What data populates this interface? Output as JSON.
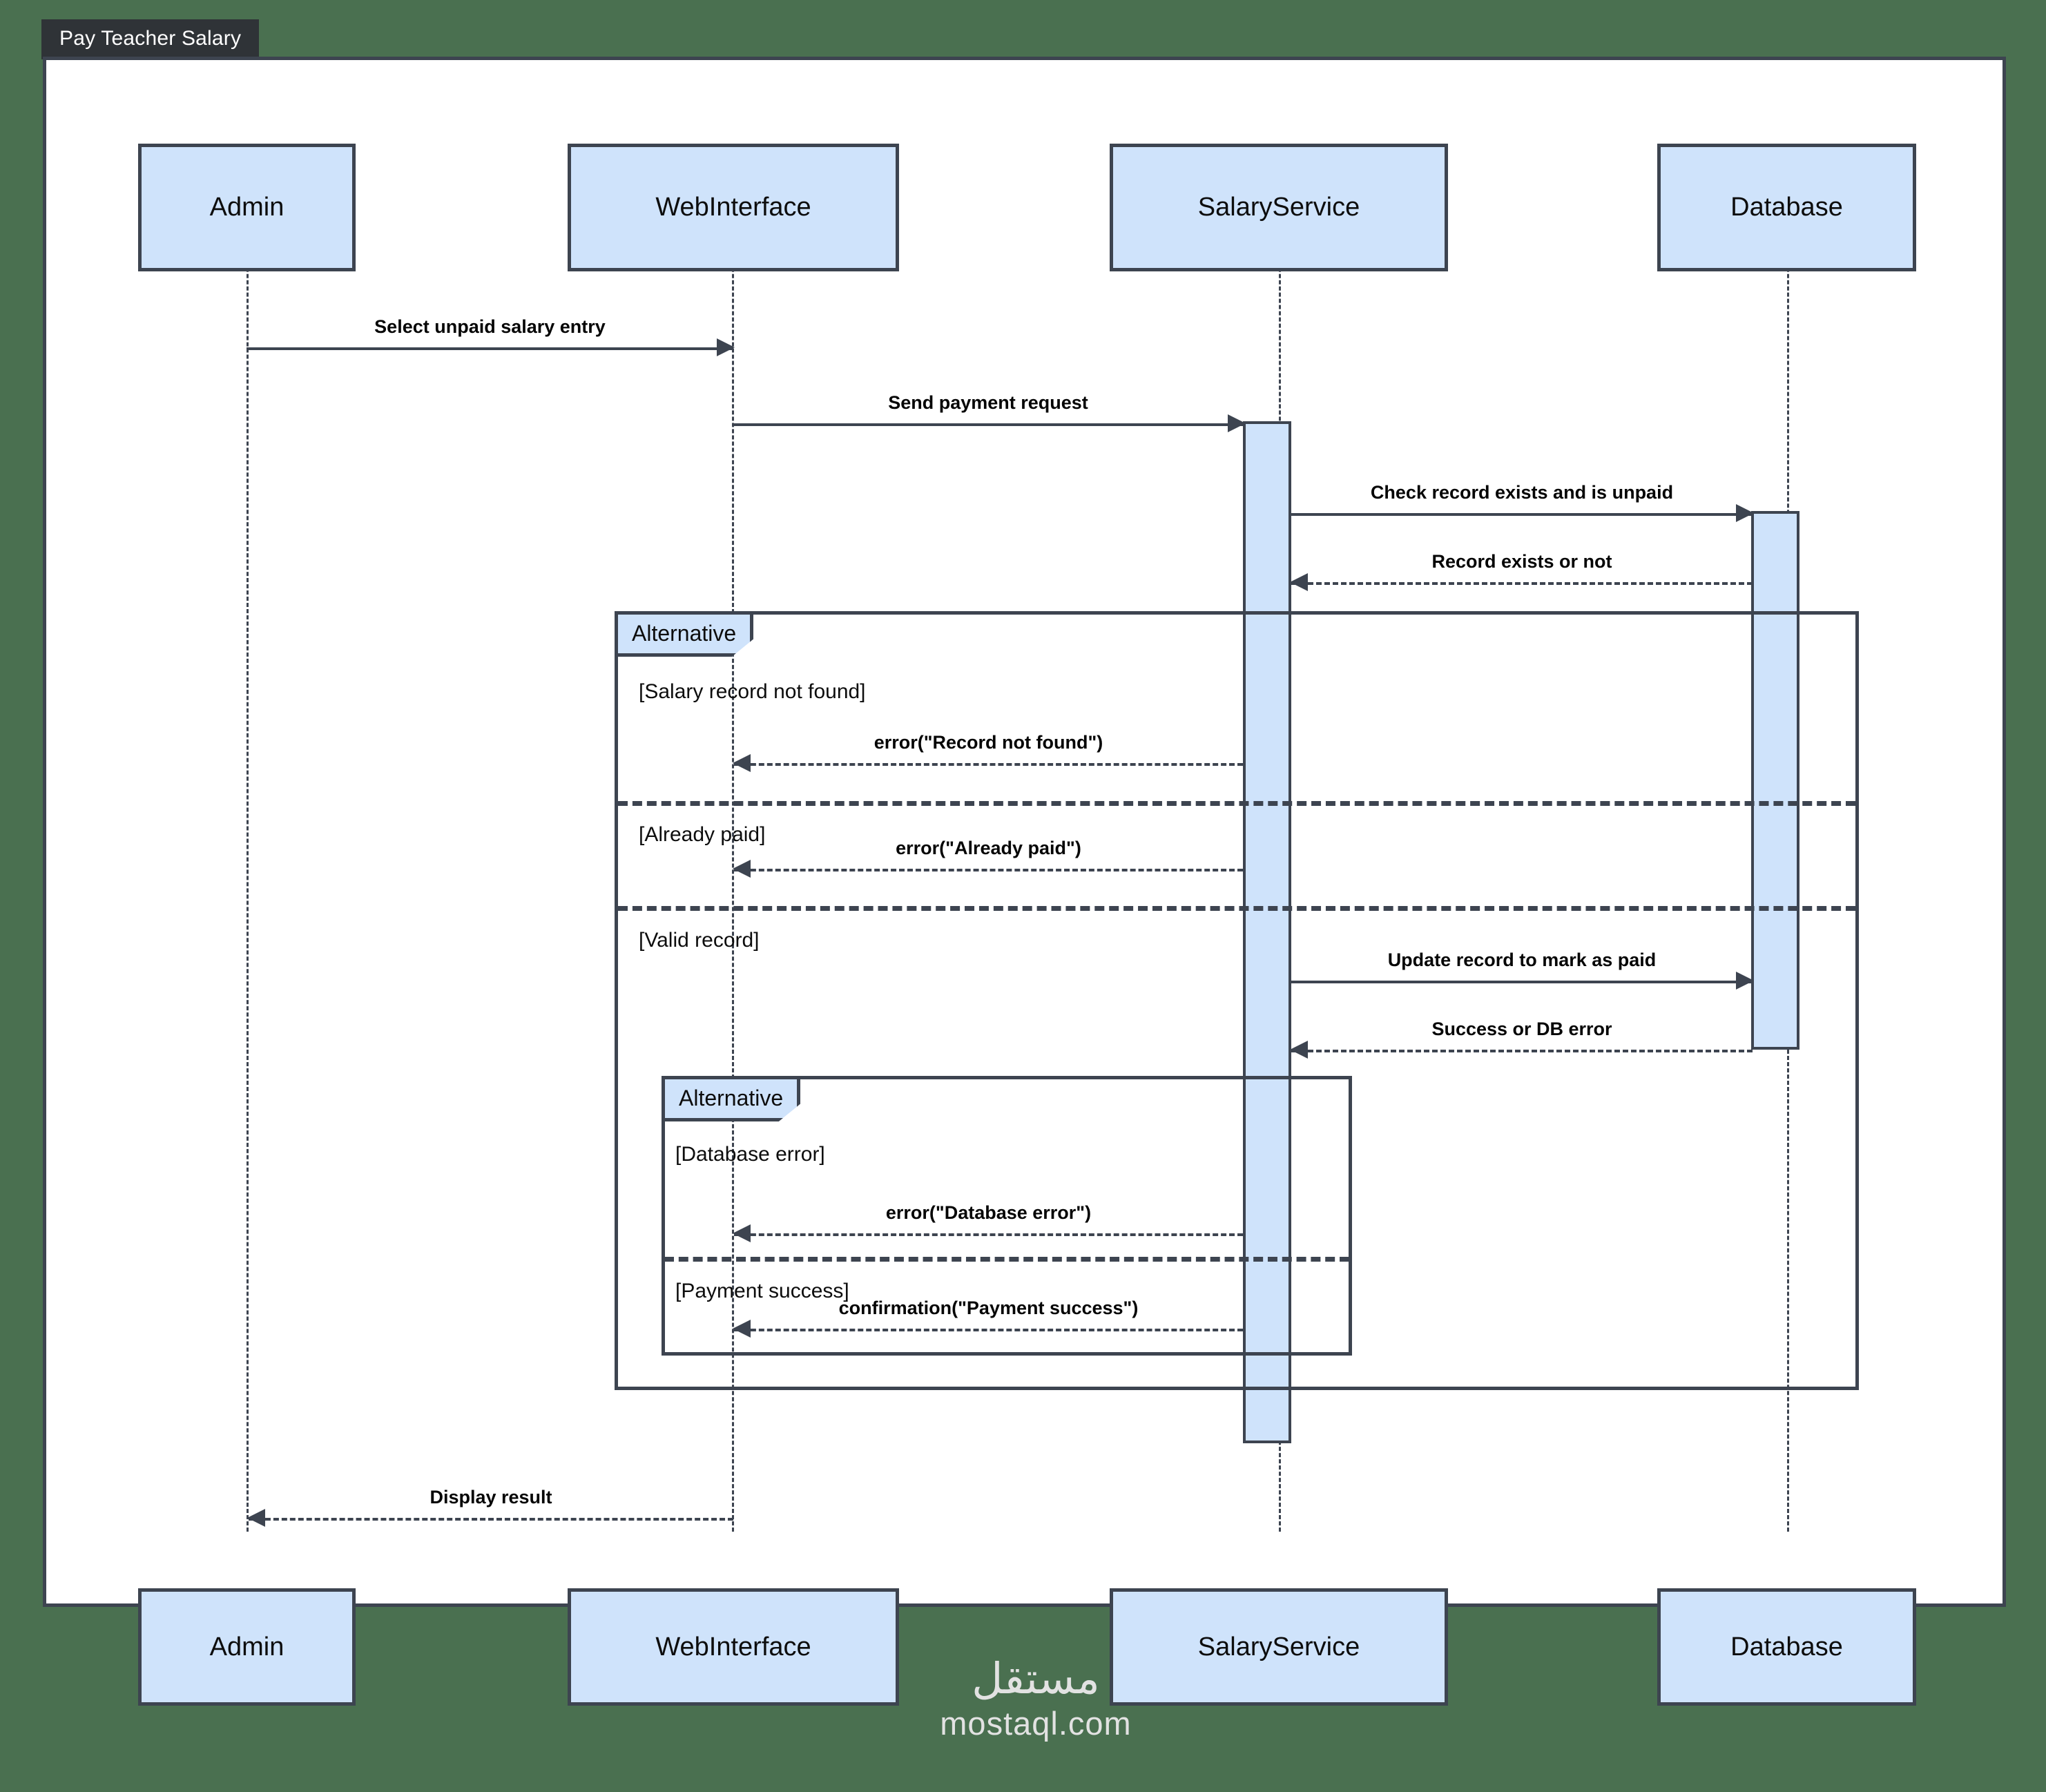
{
  "title": "Pay Teacher Salary",
  "diagram_type": "uml-sequence-diagram",
  "colors": {
    "page_background": "#4a7050",
    "title_badge_background": "#2f3337",
    "title_badge_text": "#ffffff",
    "panel_background": "#ffffff",
    "stroke": "#3d4450",
    "participant_fill": "#cfe3fb",
    "activation_fill": "#cfe3fb",
    "fragment_tab_fill": "#cfe3fb",
    "text": "#0d0d0d",
    "watermark": "#e2e2e2"
  },
  "participants": [
    {
      "id": "admin",
      "label": "Admin"
    },
    {
      "id": "webinterface",
      "label": "WebInterface"
    },
    {
      "id": "salaryservice",
      "label": "SalaryService"
    },
    {
      "id": "database",
      "label": "Database"
    }
  ],
  "messages": [
    {
      "id": "m1",
      "label": "Select unpaid salary entry",
      "from": "admin",
      "to": "webinterface",
      "style": "solid",
      "direction": "right"
    },
    {
      "id": "m2",
      "label": "Send payment request",
      "from": "webinterface",
      "to": "salaryservice",
      "style": "solid",
      "direction": "right"
    },
    {
      "id": "m3",
      "label": "Check record exists and is unpaid",
      "from": "salaryservice",
      "to": "database",
      "style": "solid",
      "direction": "right"
    },
    {
      "id": "m4",
      "label": "Record exists or not",
      "from": "database",
      "to": "salaryservice",
      "style": "dashed",
      "direction": "left"
    },
    {
      "id": "m5",
      "label": "error(\"Record not found\")",
      "from": "salaryservice",
      "to": "webinterface",
      "style": "dashed",
      "direction": "left"
    },
    {
      "id": "m6",
      "label": "error(\"Already paid\")",
      "from": "salaryservice",
      "to": "webinterface",
      "style": "dashed",
      "direction": "left"
    },
    {
      "id": "m7",
      "label": "Update record to mark as paid",
      "from": "salaryservice",
      "to": "database",
      "style": "solid",
      "direction": "right"
    },
    {
      "id": "m8",
      "label": "Success or DB error",
      "from": "database",
      "to": "salaryservice",
      "style": "dashed",
      "direction": "left"
    },
    {
      "id": "m9",
      "label": "error(\"Database error\")",
      "from": "salaryservice",
      "to": "webinterface",
      "style": "dashed",
      "direction": "left"
    },
    {
      "id": "m10",
      "label": "confirmation(\"Payment success\")",
      "from": "salaryservice",
      "to": "webinterface",
      "style": "dashed",
      "direction": "left"
    },
    {
      "id": "m11",
      "label": "Display result",
      "from": "webinterface",
      "to": "admin",
      "style": "dashed",
      "direction": "left"
    }
  ],
  "fragments": [
    {
      "id": "outer-alt",
      "operator": "Alternative",
      "guards": [
        "[Salary record not found]",
        "[Already paid]",
        "[Valid record]"
      ]
    },
    {
      "id": "inner-alt",
      "operator": "Alternative",
      "guards": [
        "[Database error]",
        "[Payment success]"
      ]
    }
  ],
  "watermark": {
    "arabic": "مستقل",
    "latin": "mostaql.com"
  }
}
